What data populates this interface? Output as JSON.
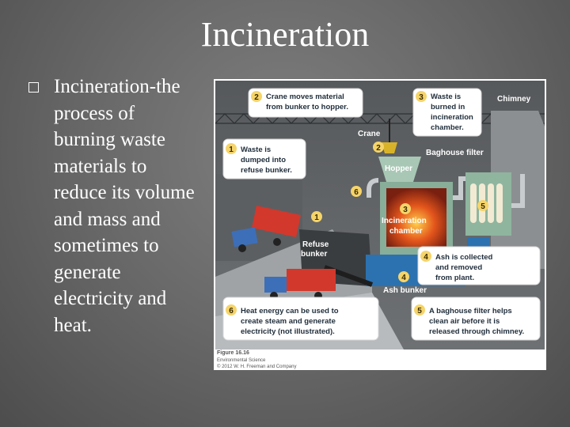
{
  "slide": {
    "title": "Incineration",
    "body": "Incineration-the process of burning waste materials to reduce its volume and mass and sometimes to generate electricity and heat."
  },
  "figure": {
    "labels": {
      "chimney": "Chimney",
      "crane": "Crane",
      "hopper": "Hopper",
      "baghouse_filter": "Baghouse filter",
      "incineration_chamber_1": "Incineration",
      "incineration_chamber_2": "chamber",
      "refuse_bunker_1": "Refuse",
      "refuse_bunker_2": "bunker",
      "ash_bunker": "Ash bunker"
    },
    "steps": [
      {
        "num": "1",
        "lines": [
          "Waste is",
          "dumped into",
          "refuse bunker."
        ]
      },
      {
        "num": "2",
        "lines": [
          "Crane moves material",
          "from bunker to hopper."
        ]
      },
      {
        "num": "3",
        "lines": [
          "Waste is",
          "burned in",
          "incineration",
          "chamber."
        ]
      },
      {
        "num": "4",
        "lines": [
          "Ash is collected",
          "and removed",
          "from plant."
        ]
      },
      {
        "num": "5",
        "lines": [
          "A baghouse filter helps",
          "clean air before it is",
          "released through chimney."
        ]
      },
      {
        "num": "6",
        "lines": [
          "Heat energy can be used to",
          "create steam and generate",
          "electricity (not illustrated)."
        ]
      }
    ],
    "markers": [
      "1",
      "2",
      "3",
      "4",
      "5",
      "6"
    ],
    "caption": [
      "Figure 16.16",
      "Environmental Science",
      "© 2012 W. H. Freeman and Company"
    ]
  }
}
